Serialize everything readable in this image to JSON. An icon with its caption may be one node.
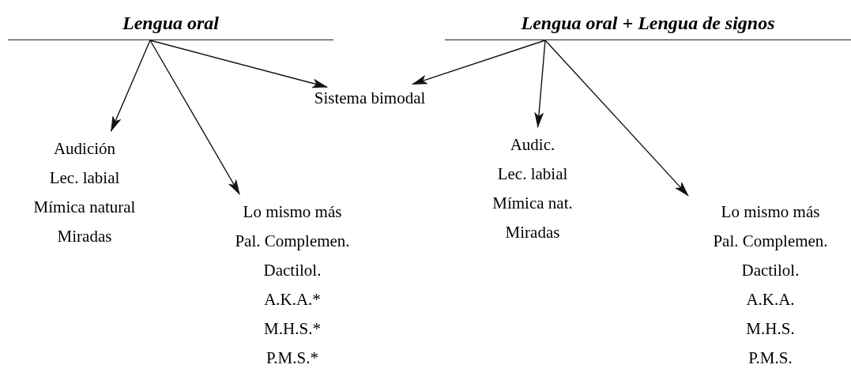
{
  "diagram": {
    "nodes": [
      {
        "text": [
          "Lengua oral"
        ]
      },
      {
        "text": [
          "Lengua oral + Lengua de signos"
        ]
      },
      {
        "text": [
          "Sistema bimodal"
        ]
      },
      {
        "text": [
          "Audición",
          "Lec. labial",
          "Mímica natural",
          "Miradas"
        ]
      },
      {
        "text": [
          "Lo mismo más",
          "Pal. Complemen.",
          "Dactilol.",
          "A.K.A.*",
          "M.H.S.*",
          "P.M.S.*"
        ]
      },
      {
        "text": [
          "Audic.",
          "Lec. labial",
          "Mímica nat.",
          "Miradas"
        ]
      },
      {
        "text": [
          "Lo mismo más",
          "Pal. Complemen.",
          "Dactilol.",
          "A.K.A.",
          "M.H.S.",
          "P.M.S."
        ]
      }
    ],
    "edges": [
      {
        "from": 0,
        "to": 3,
        "arrow": "to"
      },
      {
        "from": 0,
        "to": 4,
        "arrow": "to"
      },
      {
        "from": 0,
        "to": 2,
        "arrow": "to"
      },
      {
        "from": 1,
        "to": 2,
        "arrow": "to"
      },
      {
        "from": 1,
        "to": 5,
        "arrow": "to"
      },
      {
        "from": 1,
        "to": 6,
        "arrow": "to"
      }
    ]
  }
}
